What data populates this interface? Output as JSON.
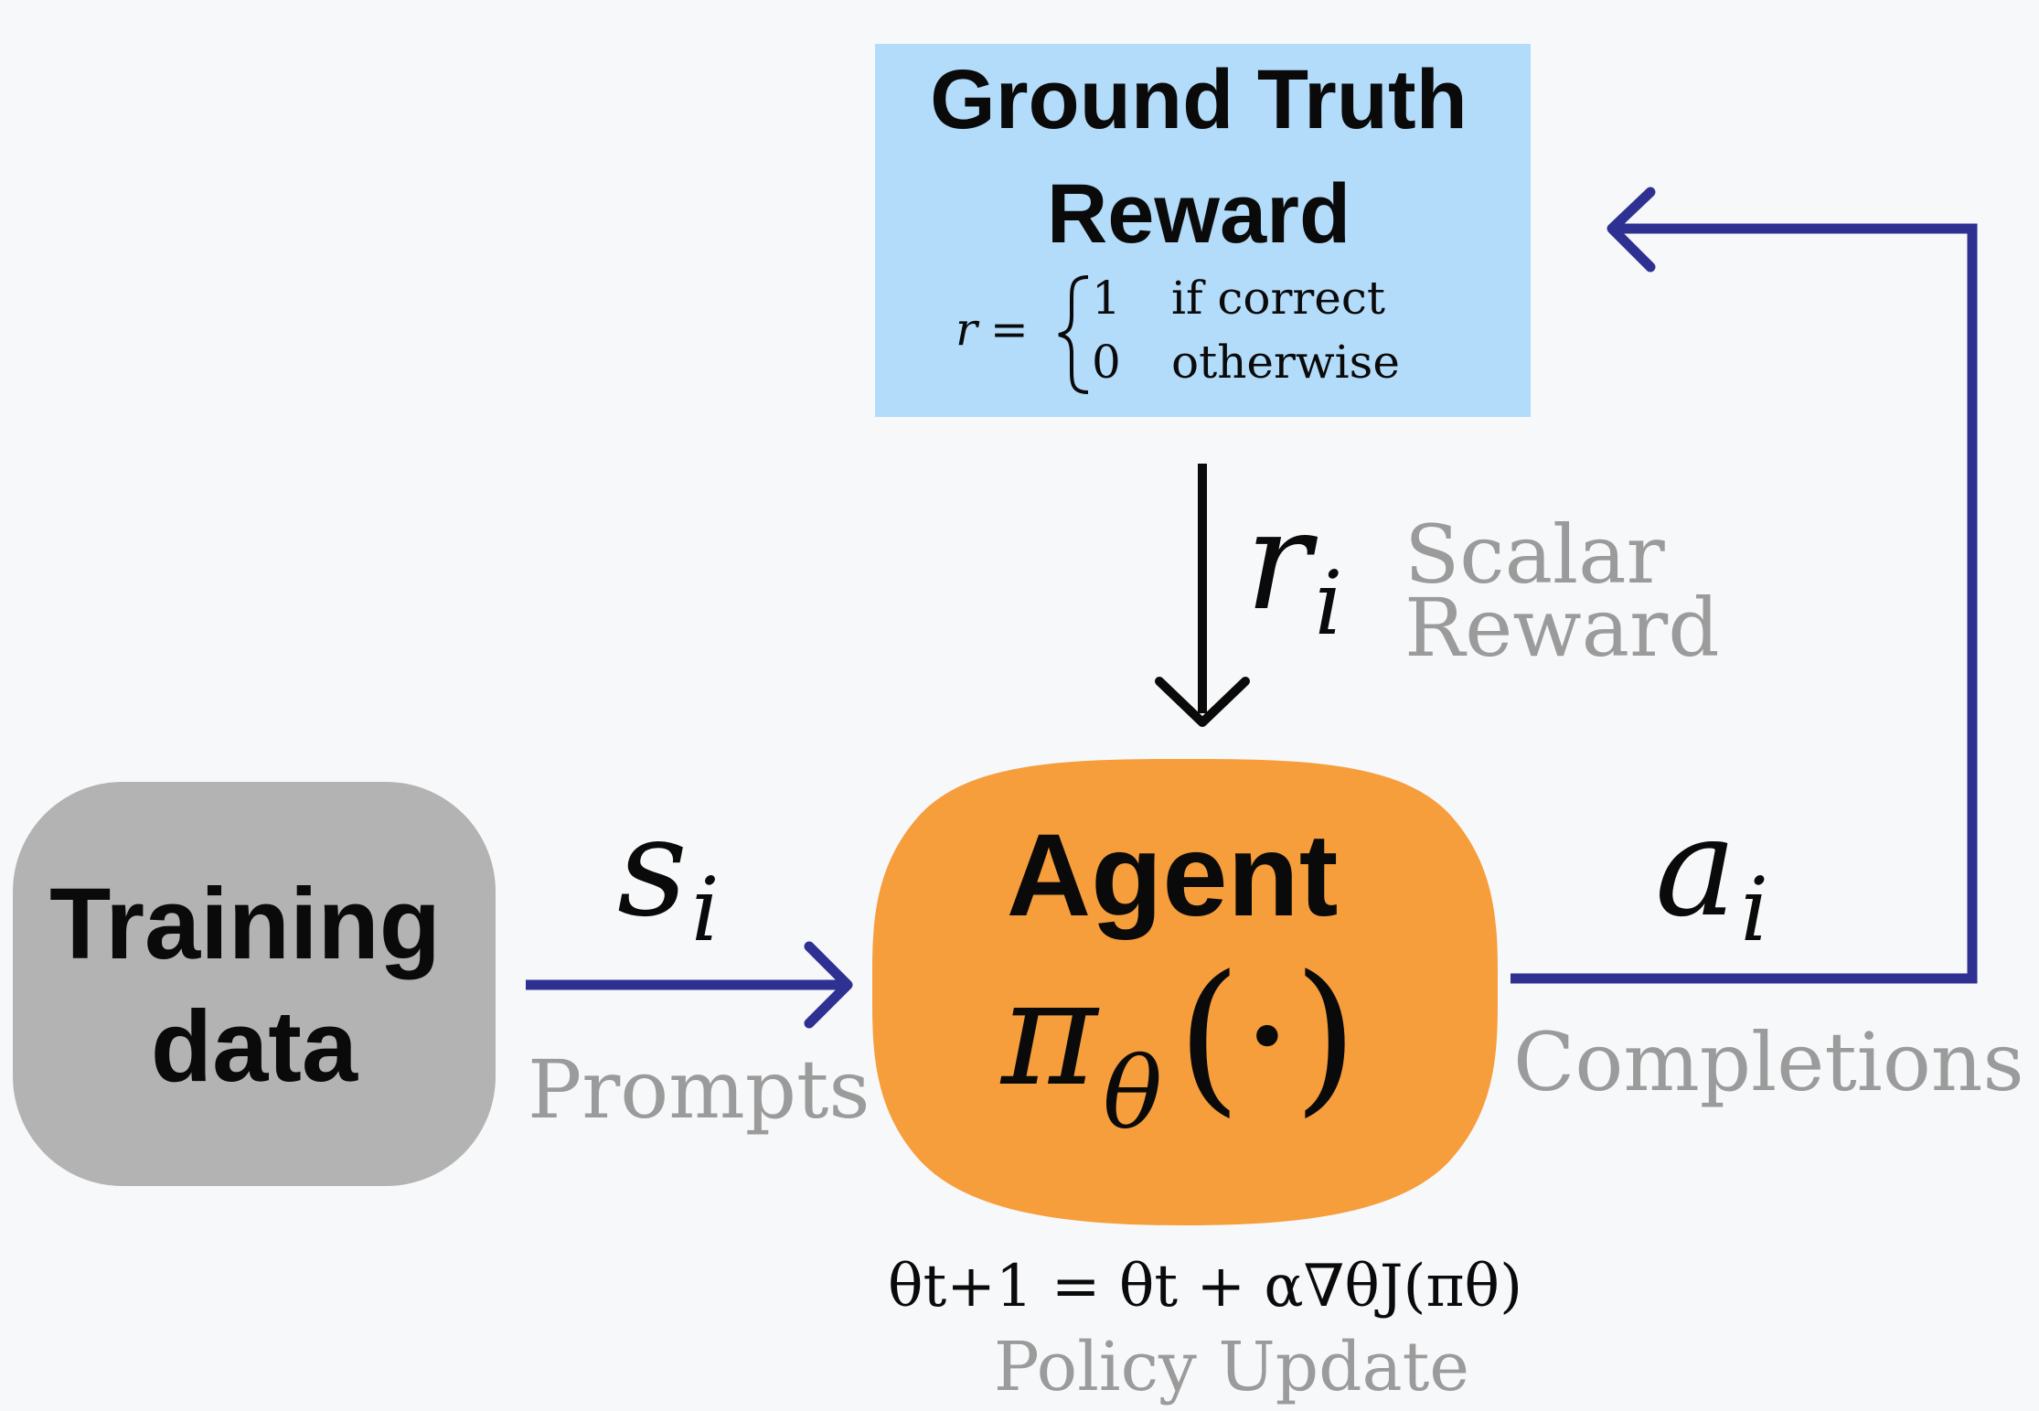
{
  "colors": {
    "background": "#f7f8fa",
    "reward_box": "#b3dcfa",
    "agent_box": "#f69d3c",
    "training_box": "#b3b3b3",
    "arrow_blue": "#2e3192",
    "arrow_black": "#0a0a0a",
    "caption_gray": "#9b9b9b"
  },
  "reward_box": {
    "title_line1": "Ground Truth",
    "title_line2": "Reward",
    "formula_lhs": "r =",
    "case1_value": "1",
    "case1_condition": "if correct",
    "case2_value": "0",
    "case2_condition": "otherwise"
  },
  "agent_box": {
    "title": "Agent",
    "policy_pi": "π",
    "policy_sub": "θ",
    "policy_args": "(·)"
  },
  "training_box": {
    "line1": "Training",
    "line2": "data"
  },
  "reward_edge": {
    "symbol": "r",
    "subscript": "i",
    "label_line1": "Scalar",
    "label_line2": "Reward"
  },
  "prompt_edge": {
    "symbol": "s",
    "subscript": "i",
    "label": "Prompts"
  },
  "completion_edge": {
    "symbol": "a",
    "subscript": "i",
    "label": "Completions"
  },
  "update": {
    "formula": "θt+1 = θt + α∇θJ(πθ)",
    "label": "Policy Update"
  }
}
